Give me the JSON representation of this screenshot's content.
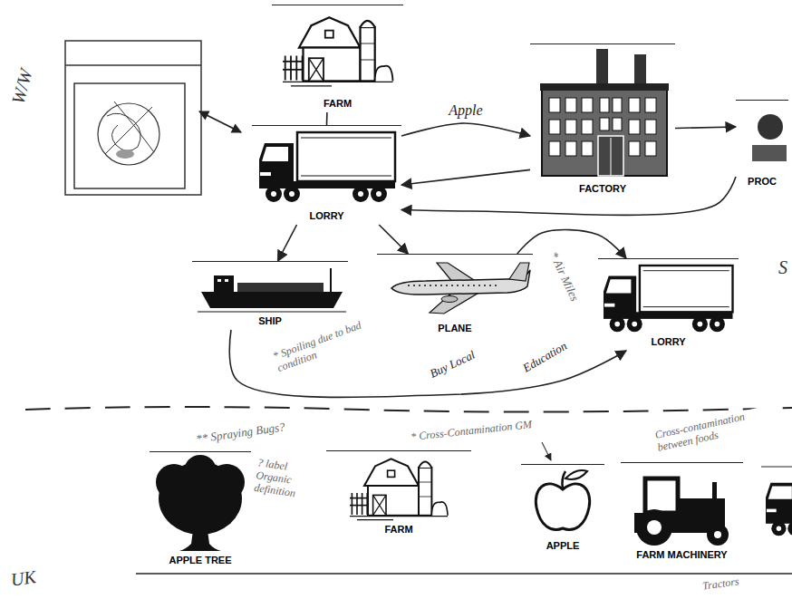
{
  "diagram": {
    "nodes": [
      {
        "text": [
          "FARM"
        ]
      },
      {
        "text": [
          "LORRY"
        ]
      },
      {
        "text": [
          "FACTORY"
        ]
      },
      {
        "text": [
          "PROC"
        ]
      },
      {
        "text": [
          "SHIP"
        ]
      },
      {
        "text": [
          "PLANE"
        ]
      },
      {
        "text": [
          "LORRY"
        ]
      },
      {
        "text": [
          "APPLE TREE"
        ]
      },
      {
        "text": [
          "FARM"
        ]
      },
      {
        "text": [
          "APPLE"
        ]
      },
      {
        "text": [
          "FARM MACHINERY"
        ]
      }
    ],
    "edges": [
      {
        "from": 0,
        "to": 1,
        "arrow": "none"
      },
      {
        "from": 1,
        "to": 2,
        "label": "Apple",
        "arrow": "to"
      },
      {
        "from": 2,
        "to": 3,
        "arrow": "to"
      },
      {
        "from": 2,
        "to": 1,
        "arrow": "to"
      },
      {
        "from": 3,
        "to": 1,
        "arrow": "to"
      },
      {
        "from": 1,
        "to": 4,
        "arrow": "to"
      },
      {
        "from": 1,
        "to": 5,
        "arrow": "to"
      },
      {
        "from": 5,
        "to": 6,
        "arrow": "to"
      },
      {
        "from": 4,
        "to": 6,
        "arrow": "to"
      }
    ],
    "labels": [
      "W/W",
      "UK",
      "S",
      "* Air Miles",
      "* Spoiling due to bad condition",
      "Buy Local",
      "Education",
      "** Spraying Bugs?",
      "? label Organic definition",
      "* Cross-Contamination GM",
      "Cross-contamination between foods",
      "Tractors"
    ]
  }
}
